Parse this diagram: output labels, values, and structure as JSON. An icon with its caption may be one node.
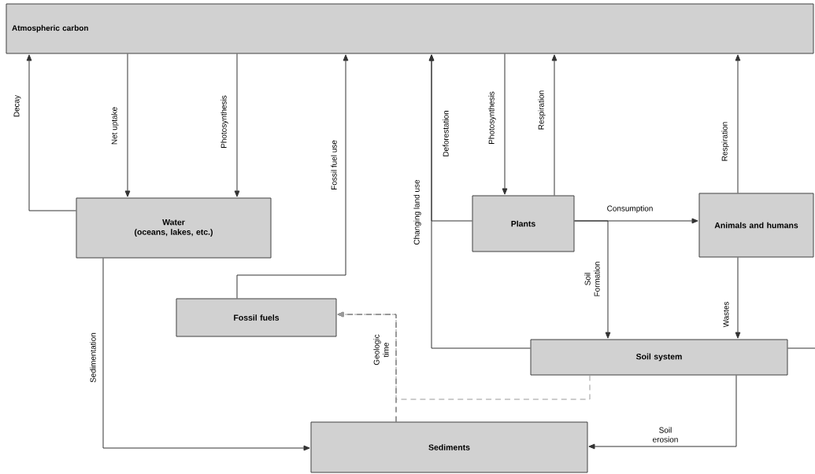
{
  "diagram": {
    "nodes": [
      {
        "text": [
          "Atmospheric carbon"
        ]
      },
      {
        "text": [
          "Water",
          "(oceans, lakes, etc.)"
        ]
      },
      {
        "text": [
          "Plants"
        ]
      },
      {
        "text": [
          "Animals and humans"
        ]
      },
      {
        "text": [
          "Fossil fuels"
        ]
      },
      {
        "text": [
          "Soil system"
        ]
      },
      {
        "text": [
          "Sediments"
        ]
      }
    ],
    "edges": [
      {
        "from": 1,
        "to": 0,
        "arrow": "to",
        "label": "Decay"
      },
      {
        "from": 0,
        "to": 1,
        "arrow": "to",
        "label": "Net uptake"
      },
      {
        "from": 0,
        "to": 1,
        "arrow": "to",
        "label": "Photosynthesis"
      },
      {
        "from": 4,
        "to": 0,
        "arrow": "to",
        "label": "Fossil fuel use"
      },
      {
        "from": 0,
        "to": 2,
        "arrow": "to",
        "label": "Photosynthesis"
      },
      {
        "from": 2,
        "to": 0,
        "arrow": "to",
        "label": "Respiration"
      },
      {
        "from": 5,
        "to": 0,
        "arrow": "to",
        "label": "Changing land use"
      },
      {
        "from": 2,
        "to": 0,
        "arrow": "to",
        "label": "Deforestation"
      },
      {
        "from": 2,
        "to": 3,
        "arrow": "to",
        "label": "Consumption"
      },
      {
        "from": 2,
        "to": 5,
        "arrow": "to",
        "label": "Soil Formation"
      },
      {
        "from": 3,
        "to": 0,
        "arrow": "to",
        "label": "Respiration"
      },
      {
        "from": 3,
        "to": 5,
        "arrow": "to",
        "label": "Wastes"
      },
      {
        "from": 5,
        "to": 6,
        "arrow": "to",
        "label": "Soil erosion"
      },
      {
        "from": 1,
        "to": 6,
        "arrow": "to",
        "label": "Sedimentation"
      },
      {
        "from": 6,
        "to": 4,
        "arrow": "to",
        "label": "Geologic time",
        "style": "dashed"
      },
      {
        "from": 5,
        "to": 4,
        "arrow": "to",
        "style": "dashed",
        "color": "#9a9a9a"
      },
      {
        "from": 5,
        "to": null,
        "arrow": "none"
      }
    ]
  }
}
